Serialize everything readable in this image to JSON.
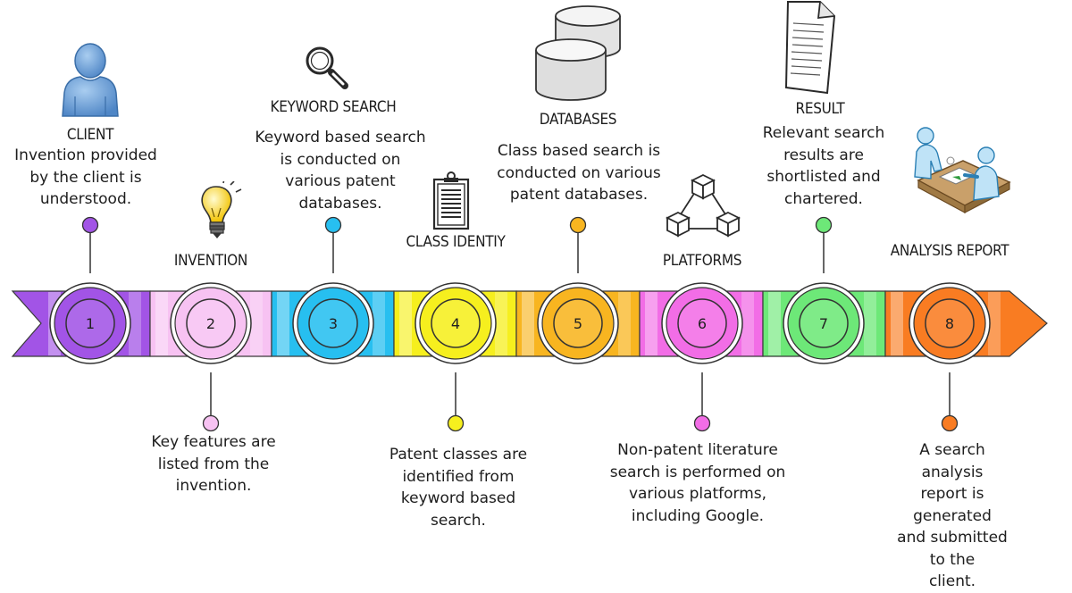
{
  "steps": [
    {
      "number": "1",
      "title": "CLIENT",
      "description": "Invention provided\nby the client is\nunderstood.",
      "color": "#a254e6",
      "icon": "user-icon"
    },
    {
      "number": "2",
      "title": "INVENTION",
      "description": "Key features are\nlisted from the\ninvention.",
      "color": "#f7c2f2",
      "icon": "lightbulb-icon"
    },
    {
      "number": "3",
      "title": "KEYWORD SEARCH",
      "description": "Keyword based search\nis conducted on\nvarious patent\ndatabases.",
      "color": "#27bff0",
      "icon": "magnifier-icon"
    },
    {
      "number": "4",
      "title": "CLASS IDENTIY",
      "description": "Patent classes are\nidentified from\nkeyword based\nsearch.",
      "color": "#f6ef1e",
      "icon": "clipboard-icon"
    },
    {
      "number": "5",
      "title": "DATABASES",
      "description": "Class based search is\nconducted on various\npatent databases.",
      "color": "#f8b520",
      "icon": "database-icon"
    },
    {
      "number": "6",
      "title": "PLATFORMS",
      "description": "Non-patent literature\nsearch is performed on\nvarious platforms,\nincluding  Google.",
      "color": "#f26de6",
      "icon": "cubes-network-icon"
    },
    {
      "number": "7",
      "title": "RESULT",
      "description": "Relevant search\nresults are\nshortlisted and\nchartered.",
      "color": "#6de878",
      "icon": "document-icon"
    },
    {
      "number": "8",
      "title": "ANALYSIS REPORT",
      "description": "A search analysis\nreport is generated\nand submitted to the\nclient.",
      "color": "#f97c22",
      "icon": "meeting-icon"
    }
  ]
}
